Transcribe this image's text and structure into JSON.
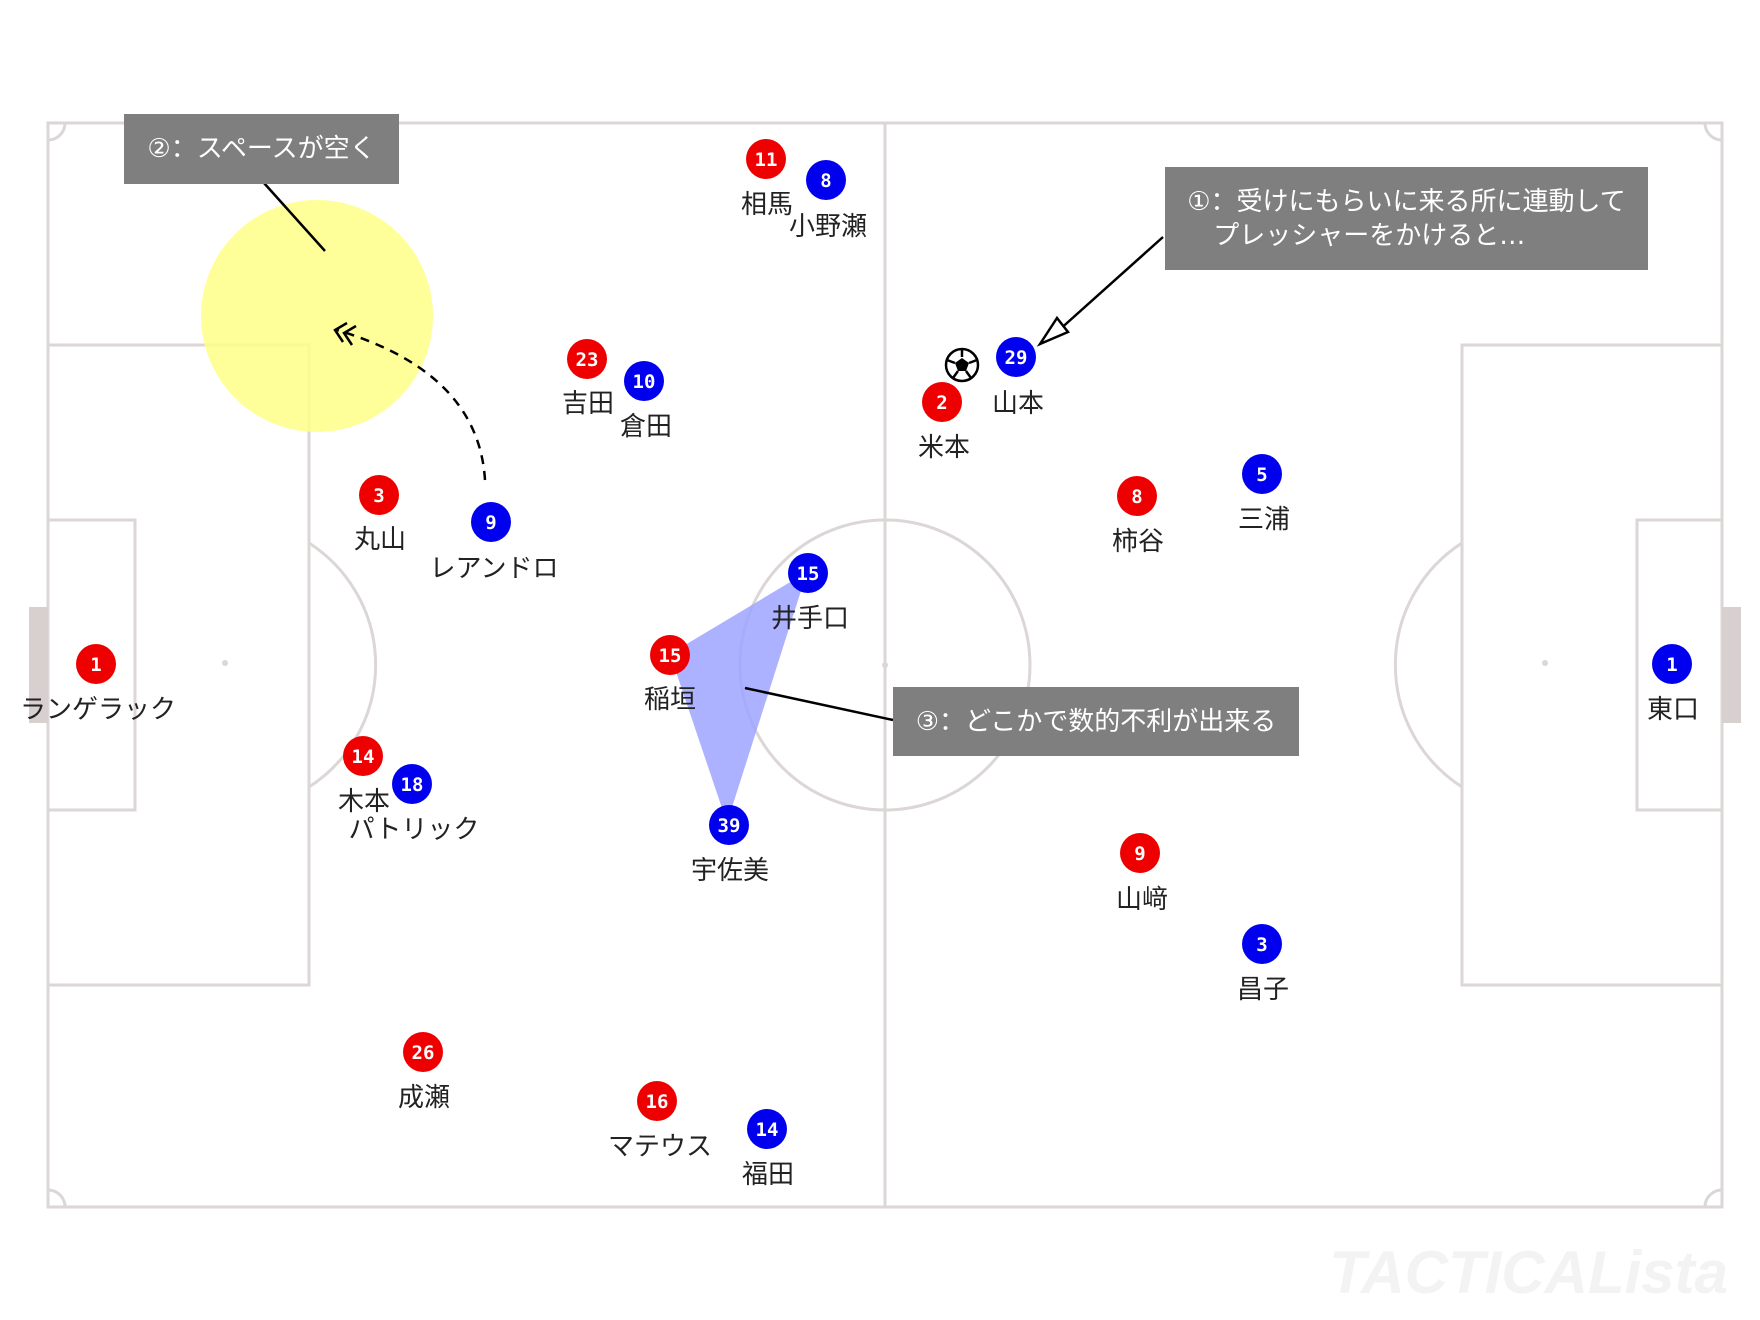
{
  "colors": {
    "home": "#ee0000",
    "away": "#0000ee",
    "pitch_line": "#dcd6d6",
    "callout_bg": "#7f7f7f",
    "space_highlight": "#ffff99",
    "triangle": "#aab0ff"
  },
  "callouts": {
    "c1": "①：受けにもらいに来る所に連動して\n　プレッシャーをかけると…",
    "c2": "②：スペースが空く",
    "c3": "③：どこかで数的不利が出来る"
  },
  "players": [
    {
      "id": "h1",
      "team": "home",
      "number": "1",
      "name": "ランゲラック"
    },
    {
      "id": "h3",
      "team": "home",
      "number": "3",
      "name": "丸山"
    },
    {
      "id": "h14",
      "team": "home",
      "number": "14",
      "name": "木本"
    },
    {
      "id": "h23",
      "team": "home",
      "number": "23",
      "name": "吉田"
    },
    {
      "id": "h26",
      "team": "home",
      "number": "26",
      "name": "成瀬"
    },
    {
      "id": "h15",
      "team": "home",
      "number": "15",
      "name": "稲垣"
    },
    {
      "id": "h16",
      "team": "home",
      "number": "16",
      "name": "マテウス"
    },
    {
      "id": "h11",
      "team": "home",
      "number": "11",
      "name": "相馬"
    },
    {
      "id": "h2",
      "team": "home",
      "number": "2",
      "name": "米本"
    },
    {
      "id": "h8",
      "team": "home",
      "number": "8",
      "name": "柿谷"
    },
    {
      "id": "h9",
      "team": "home",
      "number": "9",
      "name": "山﨑"
    },
    {
      "id": "a1",
      "team": "away",
      "number": "1",
      "name": "東口"
    },
    {
      "id": "a3",
      "team": "away",
      "number": "3",
      "name": "昌子"
    },
    {
      "id": "a5",
      "team": "away",
      "number": "5",
      "name": "三浦"
    },
    {
      "id": "a29",
      "team": "away",
      "number": "29",
      "name": "山本"
    },
    {
      "id": "a8",
      "team": "away",
      "number": "8",
      "name": "小野瀬"
    },
    {
      "id": "a10",
      "team": "away",
      "number": "10",
      "name": "倉田"
    },
    {
      "id": "a9",
      "team": "away",
      "number": "9",
      "name": "レアンドロ"
    },
    {
      "id": "a18",
      "team": "away",
      "number": "18",
      "name": "パトリック"
    },
    {
      "id": "a15",
      "team": "away",
      "number": "15",
      "name": "井手口"
    },
    {
      "id": "a39",
      "team": "away",
      "number": "39",
      "name": "宇佐美"
    },
    {
      "id": "a14",
      "team": "away",
      "number": "14",
      "name": "福田"
    }
  ],
  "watermark": "TACTICALista"
}
